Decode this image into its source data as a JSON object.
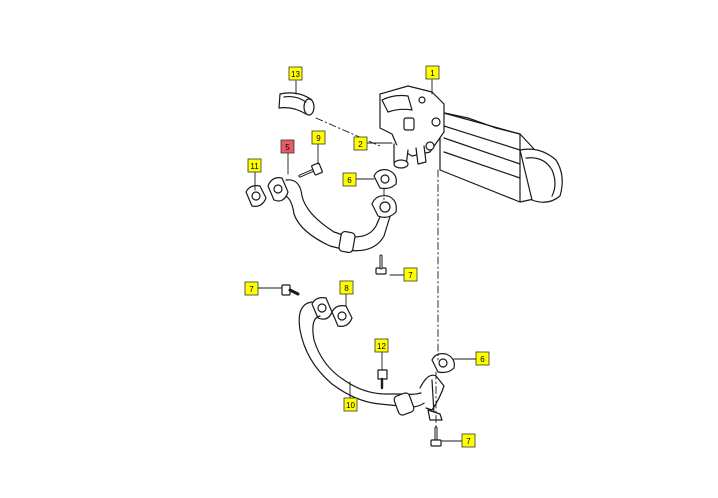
{
  "diagram": {
    "callouts": [
      {
        "id": "c13",
        "label": "13",
        "highlight": false
      },
      {
        "id": "c1",
        "label": "1",
        "highlight": false
      },
      {
        "id": "c9",
        "label": "9",
        "highlight": false
      },
      {
        "id": "c5",
        "label": "5",
        "highlight": true
      },
      {
        "id": "c2",
        "label": "2",
        "highlight": false
      },
      {
        "id": "c11",
        "label": "11",
        "highlight": false
      },
      {
        "id": "c6a",
        "label": "6",
        "highlight": false
      },
      {
        "id": "c7a",
        "label": "7",
        "highlight": false
      },
      {
        "id": "c7b",
        "label": "7",
        "highlight": false
      },
      {
        "id": "c8",
        "label": "8",
        "highlight": false
      },
      {
        "id": "c12",
        "label": "12",
        "highlight": false
      },
      {
        "id": "c6b",
        "label": "6",
        "highlight": false
      },
      {
        "id": "c10",
        "label": "10",
        "highlight": false
      },
      {
        "id": "c7c",
        "label": "7",
        "highlight": false
      }
    ],
    "colors": {
      "callout_fill": "#ffff00",
      "callout_highlight_fill": "#e85a68",
      "line": "#1a1a1a",
      "part_fill": "#ffffff",
      "shade": "#cfcfcf"
    }
  }
}
